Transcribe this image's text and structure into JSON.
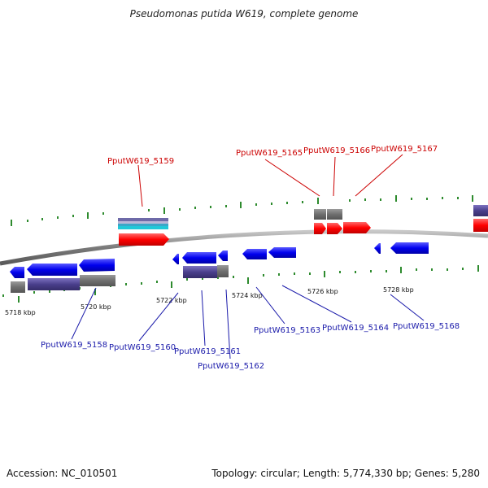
{
  "title": "Pseudomonas putida W619, complete genome",
  "footer": {
    "accession": "Accession: NC_010501",
    "summary": "Topology: circular; Length: 5,774,330 bp; Genes: 5,280"
  },
  "colors": {
    "forward_gene": "#ff0000",
    "reverse_gene": "#0000ee",
    "forward_label": "#cc0000",
    "reverse_label": "#1a1aaa",
    "tick": "#2e8b2e",
    "backbone": "#888888",
    "feature_grey": "#6f6f6f",
    "feature_purple": "#4a3f8c"
  },
  "scale_labels": [
    "5718 kbp",
    "5720 kbp",
    "5722 kbp",
    "5724 kbp",
    "5726 kbp",
    "5728 kbp"
  ],
  "forward_genes": [
    "PputW619_5159",
    "PputW619_5165",
    "PputW619_5166",
    "PputW619_5167"
  ],
  "reverse_genes": [
    "PputW619_5158",
    "PputW619_5160",
    "PputW619_5161",
    "PputW619_5162",
    "PputW619_5163",
    "PputW619_5164",
    "PputW619_5168"
  ]
}
